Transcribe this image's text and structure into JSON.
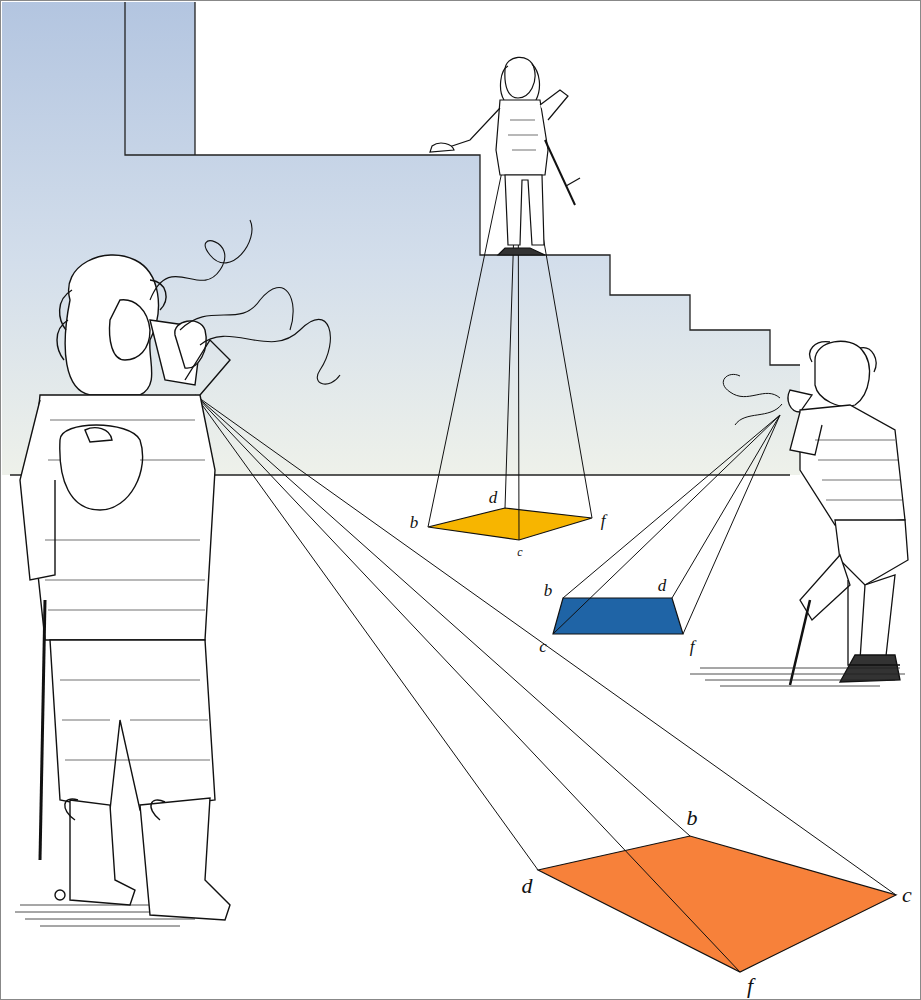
{
  "diagram": {
    "labels": [
      "b",
      "d",
      "f",
      "c",
      "b",
      "d",
      "c",
      "f",
      "b",
      "d",
      "c",
      "f"
    ]
  }
}
